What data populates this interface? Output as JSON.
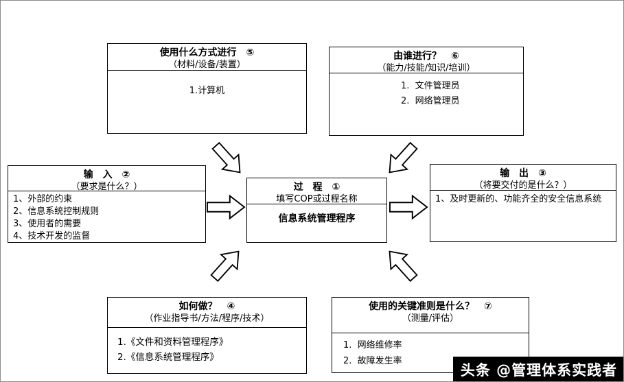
{
  "colors": {
    "box_border": "#000000",
    "watermark_bg": "#000000",
    "watermark_text": "#ffffff"
  },
  "boxes": {
    "method": {
      "title": "使用什么方式进行　⑤",
      "subtitle": "（材料/设备/装置）",
      "items": [
        "1.计算机"
      ]
    },
    "who": {
      "title": "由谁进行？　⑥",
      "subtitle": "（能力/技能/知识/培训）",
      "items": [
        "1.  文件管理员",
        "2.  网络管理员"
      ]
    },
    "input": {
      "title": "输　入　②",
      "subtitle": "（要求是什么？）",
      "items": [
        "1、外部的约束",
        "2、信息系统控制规则",
        "3、使用者的需要",
        "4、技术开发的监督"
      ]
    },
    "process": {
      "title": "过　程　①",
      "subtitle": "填写COP或过程名称",
      "name": "信息系统管理程序"
    },
    "output": {
      "title": "输　出　③",
      "subtitle": "（将要交付的是什么？）",
      "items": [
        "1、及时更新的、功能齐全的安全信息系统"
      ]
    },
    "how": {
      "title": "如何做？　④",
      "subtitle": "（作业指导书/方法/程序/技术）",
      "items": [
        "1.《文件和资料管理程序》",
        "2.《信息系统管理程序》"
      ]
    },
    "criteria": {
      "title": "使用的关键准则是什么？　⑦",
      "subtitle": "（测量/评估）",
      "items": [
        "1.  网络维修率",
        "2.  故障发生率"
      ]
    }
  },
  "watermark": {
    "text": "头条 @管理体系实践者"
  }
}
